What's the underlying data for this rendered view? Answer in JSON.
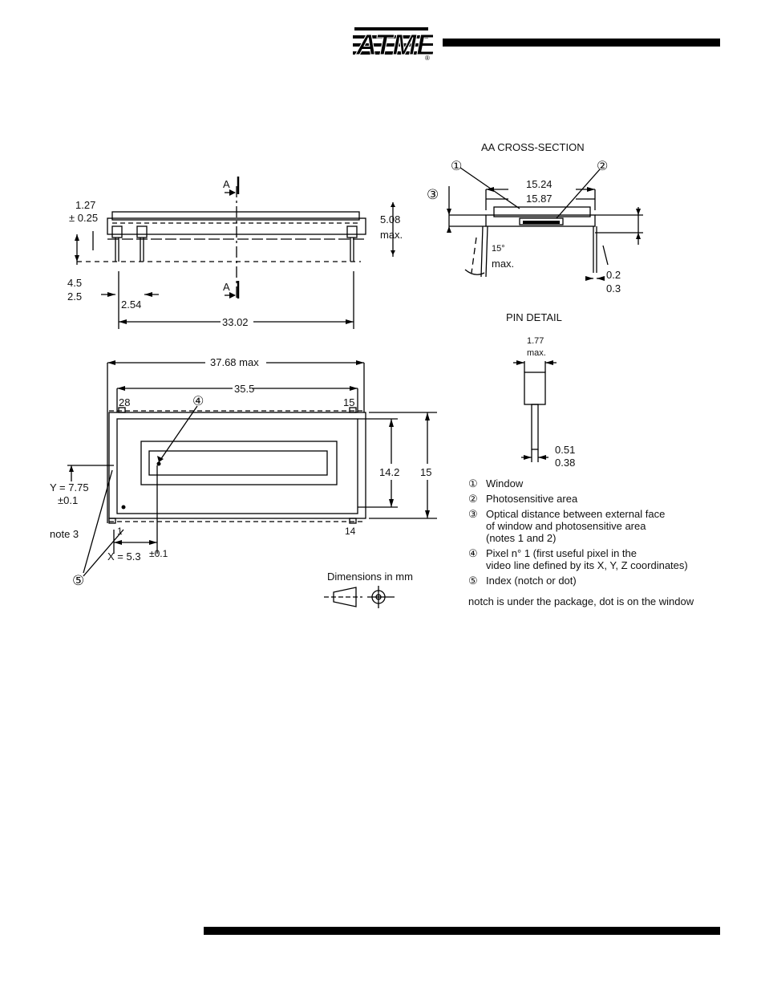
{
  "brand": {
    "logo_text": "ATMEL",
    "registered": "®"
  },
  "dims": {
    "d_1_27": "1.27",
    "d_pm_025": "± 0.25",
    "d_5_08": "5.08",
    "d_max": "max.",
    "d_4_5": "4.5",
    "d_2_5": "2.5",
    "d_2_54": "2.54",
    "d_33_02": "33.02",
    "sec_a": "A",
    "d_37_68": "37.68 max",
    "d_35_5": "35.5",
    "pin_28": "28",
    "pin_15": "15",
    "pin_1": "1",
    "pin_14": "14",
    "d_14_2": "14.2",
    "d_15": "15",
    "y_label": "Y = 7.75",
    "y_tol": "±0.1",
    "note3": "note 3",
    "x_label": "X = 5.3",
    "x_tol": "±0.1",
    "cross_title": "AA CROSS-SECTION",
    "d_15_24": "15.24",
    "d_15_87": "15.87",
    "d_15deg": "15°",
    "d_max2": "max.",
    "d_0_2": "0.2",
    "d_0_3": "0.3",
    "pin_detail": "PIN DETAIL",
    "d_1_77": "1.77",
    "d_max3": "max.",
    "d_0_51": "0.51",
    "d_0_38": "0.38",
    "dims_in_mm": "Dimensions in mm"
  },
  "callouts": {
    "c1": "①",
    "c2": "②",
    "c3": "③",
    "c4": "④",
    "c5": "⑤"
  },
  "legend": [
    {
      "num": "①",
      "text": "Window"
    },
    {
      "num": "②",
      "text": "Photosensitive area"
    },
    {
      "num": "③",
      "text": "Optical distance between external face",
      "text2": "of window and photosensitive area",
      "text3": "(notes 1 and 2)"
    },
    {
      "num": "④",
      "text": "Pixel n° 1 (first useful pixel in the",
      "text2": "video line defined by its X, Y, Z coordinates)"
    },
    {
      "num": "⑤",
      "text": "Index (notch or dot)"
    }
  ],
  "footnote": "notch is under the package, dot is on the window"
}
